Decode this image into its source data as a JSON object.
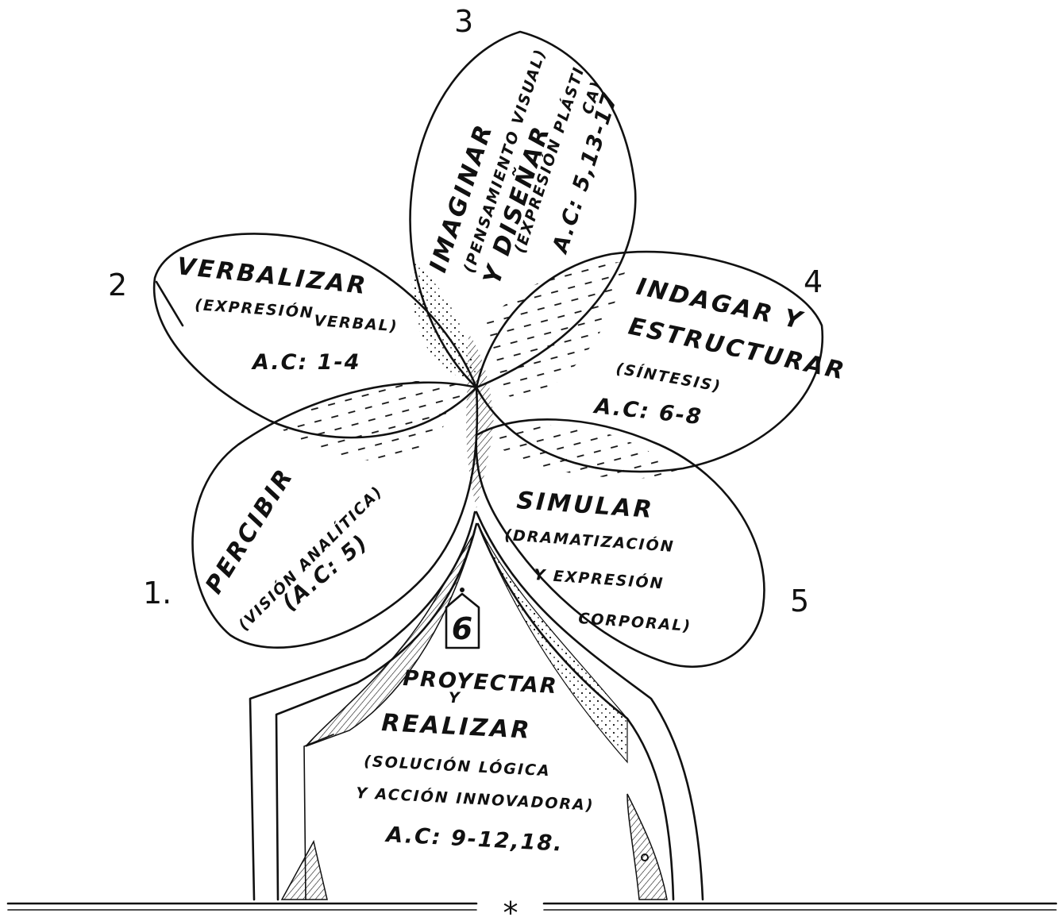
{
  "petals": [
    {
      "number": "1.",
      "title": "PERCIBIR",
      "sub": [
        "(VISIÓN ANALÍTICA)"
      ],
      "ac": "(A.C: 5)"
    },
    {
      "number": "2",
      "title": "VERBALIZAR",
      "sub": [
        "(EXPRESIÓN",
        "VERBAL)"
      ],
      "ac": "A.C: 1-4"
    },
    {
      "number": "3",
      "title": "IMAGINAR",
      "sub": [
        "(PENSAMIENTO VISUAL)",
        "Y DISEÑAR",
        "(EXPRESIÓN PLÁSTI",
        "CA)"
      ],
      "ac": "A.C: 5,13-17"
    },
    {
      "number": "4",
      "title": "INDAGAR Y",
      "sub": [
        "ESTRUCTURAR",
        "(SÍNTESIS)"
      ],
      "ac": "A.C: 6-8"
    },
    {
      "number": "5",
      "title": "SIMULAR",
      "sub": [
        "(DRAMATIZACIÓN",
        "Y EXPRESIÓN",
        "CORPORAL)"
      ],
      "ac": ""
    }
  ],
  "center": {
    "number": "6",
    "title": "PROYECTAR",
    "connector": "Y",
    "title2": "REALIZAR",
    "sub": [
      "(SOLUCIÓN LÓGICA",
      "Y ACCIÓN INNOVADORA)"
    ],
    "ac": "A.C: 9-12,18."
  },
  "ground_mark": "*"
}
